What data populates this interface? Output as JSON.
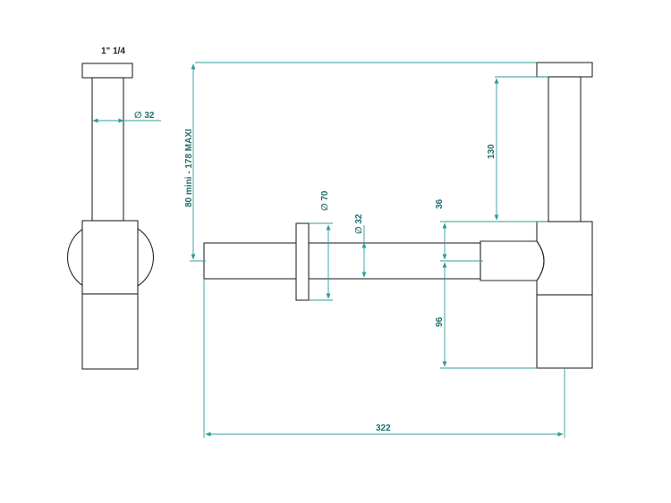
{
  "labels": {
    "thread": "1\" 1/4",
    "dia_32_side": "∅ 32",
    "height_range": "80 mini - 178 MAXI",
    "dia_70": "∅ 70",
    "dia_32_pipe": "∅ 32",
    "dim_36": "36",
    "dim_130": "130",
    "dim_96": "96",
    "dim_322": "322"
  },
  "colors": {
    "dimension": "#2f9c98",
    "outline": "#2a2a2a"
  }
}
